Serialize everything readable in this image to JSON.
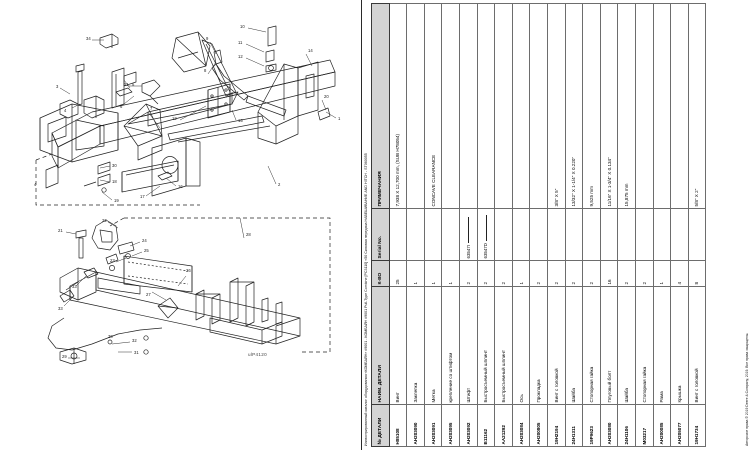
{
  "document": {
    "title_line": "Иллюстрированный каталог оборудования «КОМБАЙН» #9001 - КОМБАЙН #9001 Pull-Type Combine [PC3110] «50 Силовая передача НАВЕШИВАНИЕ AND HITCH - ST060055",
    "copyright": "Авторские права © 2019 Deere & Company, 2019. Все права защищены.",
    "figure_code": "ulP4120"
  },
  "table": {
    "headers": {
      "part_no": "№ ДЕТАЛИ",
      "part_name": "НАИМ. ДЕТАЛИ",
      "qty": "К-ВО",
      "serial": "Serial No.",
      "notes": "ПРИМЕЧАНИЯ"
    },
    "rows": [
      {
        "part_no": "H85108",
        "part_name": "Винт",
        "qty": "25",
        "serial": "",
        "notes": "7,938 X 12,700 mm, (SUB H78054)"
      },
      {
        "part_no": "AH203090",
        "part_name": "Заклепка",
        "qty": "1",
        "serial": "",
        "notes": ""
      },
      {
        "part_no": "AH203091",
        "part_name": "Метка",
        "qty": "1",
        "serial": "",
        "notes": "CONCAVE CLEARANCE"
      },
      {
        "part_no": "AH203095",
        "part_name": "крепление со штифтом",
        "qty": "1",
        "serial": "",
        "notes": ""
      },
      {
        "part_no": "AH203092",
        "part_name": "Штифт",
        "qty": "2",
        "serial": "63547I",
        "notes": ""
      },
      {
        "part_no": "B11162",
        "part_name": "Быстросъемный шплинт",
        "qty": "2",
        "serial": "63547D",
        "notes": ""
      },
      {
        "part_no": "AA21292",
        "part_name": "Быстросъемный шплинт",
        "qty": "2",
        "serial": "",
        "notes": ""
      },
      {
        "part_no": "AH203084",
        "part_name": "Ось",
        "qty": "1",
        "serial": "",
        "notes": ""
      },
      {
        "part_no": "AH200805",
        "part_name": "Прокладка",
        "qty": "2",
        "serial": "",
        "notes": ""
      },
      {
        "part_no": "19H2194",
        "part_name": "Винт с головкой",
        "qty": "2",
        "serial": "",
        "notes": "3/8\" X 5\""
      },
      {
        "part_no": "24H1311",
        "part_name": "Шайба",
        "qty": "2",
        "serial": "",
        "notes": "13/32\" X 1-1/4\" X 0.220\""
      },
      {
        "part_no": "19P9623",
        "part_name": "Стопорная гайка",
        "qty": "2",
        "serial": "",
        "notes": "9,525 mm"
      },
      {
        "part_no": "AH203080",
        "part_name": "Плуговый болт",
        "qty": "16",
        "serial": "",
        "notes": "11/16\" X 1-3/4\" X 0.134\""
      },
      {
        "part_no": "24H1106",
        "part_name": "Шайба",
        "qty": "2",
        "serial": "",
        "notes": "15,875 mm"
      },
      {
        "part_no": "M03217",
        "part_name": "Стопорная гайка",
        "qty": "2",
        "serial": "",
        "notes": ""
      },
      {
        "part_no": "AH200085",
        "part_name": "Рама",
        "qty": "1",
        "serial": "",
        "notes": ""
      },
      {
        "part_no": "AH205077",
        "part_name": "Крышка",
        "qty": "4",
        "serial": "",
        "notes": ""
      },
      {
        "part_no": "19H1734",
        "part_name": "Винт с головкой",
        "qty": "8",
        "serial": "",
        "notes": "5/8\" X 2\""
      }
    ]
  },
  "diagram": {
    "callouts": [
      "1",
      "2",
      "3",
      "4",
      "5",
      "6",
      "7",
      "8",
      "9",
      "10",
      "11",
      "12",
      "13",
      "14",
      "15",
      "16",
      "17",
      "18",
      "19",
      "20",
      "21",
      "22",
      "23",
      "24",
      "25",
      "26",
      "27",
      "28",
      "29",
      "30",
      "31",
      "32",
      "33",
      "34"
    ]
  },
  "colors": {
    "header_fill": "#d4d4d4",
    "grid_line": "#6d6d6d",
    "ink": "#111111"
  }
}
